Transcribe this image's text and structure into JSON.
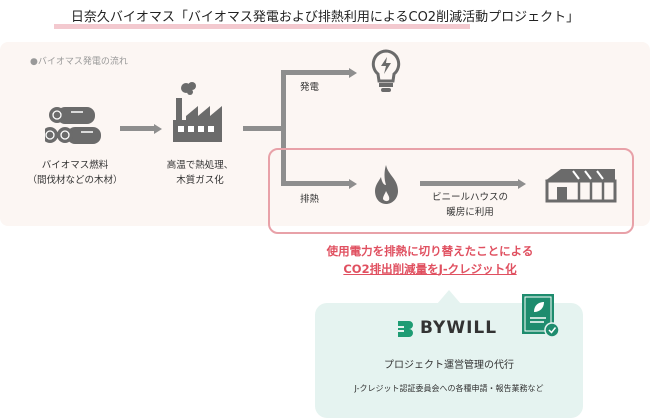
{
  "title": "日奈久バイオマス「バイオマス発電および排熱利用によるCO2削減活動プロジェクト」",
  "flow_label": "●バイオマス発電の流れ",
  "fuel": {
    "line1": "バイオマス燃料",
    "line2": "（間伐材などの木材）"
  },
  "process": {
    "line1": "高温で熱処理、",
    "line2": "木質ガス化"
  },
  "branch_power": "発電",
  "branch_heat": "排熱",
  "greenhouse": {
    "line1": "ビニールハウスの",
    "line2": "暖房に利用"
  },
  "highlight": {
    "line1": "使用電力を排熱に切り替えたことによる",
    "line2a": "CO2排出削減量を",
    "line2b": "J-クレジット化"
  },
  "company": {
    "name": "BYWILL",
    "service": "プロジェクト運営管理の代行",
    "detail": "J-クレジット認証委員会への各種申請・報告業務など"
  },
  "colors": {
    "accent_pink": "#e8a1a8",
    "accent_red": "#e05060",
    "teal": "#1e8c6e",
    "gray": "#8e8e8e"
  }
}
